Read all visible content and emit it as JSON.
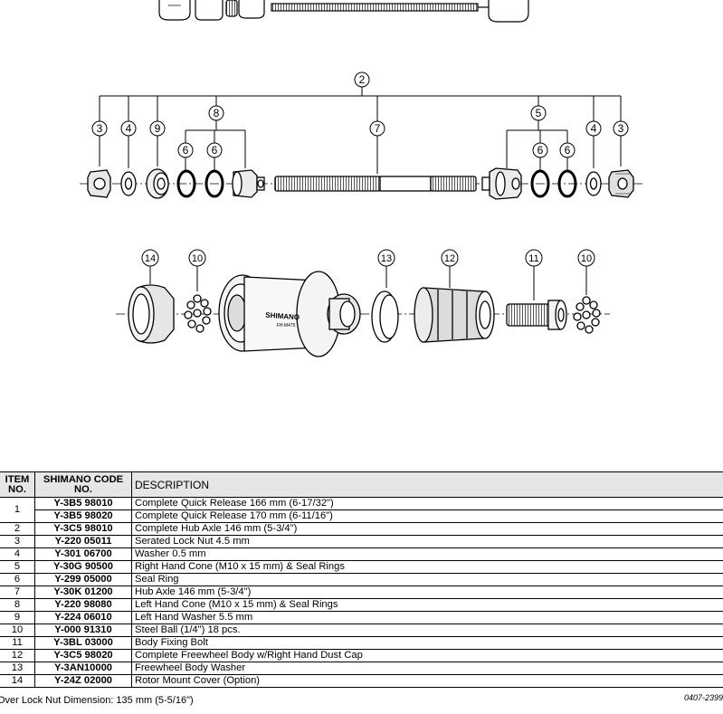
{
  "diagram": {
    "callouts": [
      {
        "id": "c2",
        "label": "2"
      },
      {
        "id": "c3a",
        "label": "3"
      },
      {
        "id": "c4a",
        "label": "4"
      },
      {
        "id": "c9",
        "label": "9"
      },
      {
        "id": "c8",
        "label": "8"
      },
      {
        "id": "c6a",
        "label": "6"
      },
      {
        "id": "c6b",
        "label": "6"
      },
      {
        "id": "c7",
        "label": "7"
      },
      {
        "id": "c5",
        "label": "5"
      },
      {
        "id": "c6c",
        "label": "6"
      },
      {
        "id": "c6d",
        "label": "6"
      },
      {
        "id": "c4b",
        "label": "4"
      },
      {
        "id": "c3b",
        "label": "3"
      },
      {
        "id": "c14",
        "label": "14"
      },
      {
        "id": "c10a",
        "label": "10"
      },
      {
        "id": "c13",
        "label": "13"
      },
      {
        "id": "c12",
        "label": "12"
      },
      {
        "id": "c11",
        "label": "11"
      },
      {
        "id": "c10b",
        "label": "10"
      }
    ],
    "hub_brand": "SHIMANO",
    "hub_model": "FH-M475"
  },
  "table": {
    "headers": {
      "item": "ITEM NO.",
      "code": "SHIMANO CODE NO.",
      "desc": "DESCRIPTION"
    },
    "rows": [
      {
        "item": "1",
        "code": "Y-3B5 98010",
        "desc": "Complete Quick Release 166 mm (6-17/32\")"
      },
      {
        "item": "",
        "code": "Y-3B5 98020",
        "desc": "Complete Quick Release 170 mm (6-11/16\")"
      },
      {
        "item": "2",
        "code": "Y-3C5 98010",
        "desc": "Complete Hub Axle 146 mm (5-3/4\")"
      },
      {
        "item": "3",
        "code": "Y-220 05011",
        "desc": "Serated Lock Nut 4.5 mm"
      },
      {
        "item": "4",
        "code": "Y-301 06700",
        "desc": "Washer 0.5 mm"
      },
      {
        "item": "5",
        "code": "Y-30G 90500",
        "desc": "Right Hand Cone (M10 x 15 mm) & Seal Rings"
      },
      {
        "item": "6",
        "code": "Y-299 05000",
        "desc": "Seal Ring"
      },
      {
        "item": "7",
        "code": "Y-30K 01200",
        "desc": "Hub Axle 146 mm (5-3/4\")"
      },
      {
        "item": "8",
        "code": "Y-220 98080",
        "desc": "Left Hand Cone (M10 x 15 mm) & Seal Rings"
      },
      {
        "item": "9",
        "code": "Y-224 06010",
        "desc": "Left Hand Washer 5.5 mm"
      },
      {
        "item": "10",
        "code": "Y-000 91310",
        "desc": "Steel Ball (1/4\") 18 pcs."
      },
      {
        "item": "11",
        "code": "Y-3BL 03000",
        "desc": "Body Fixing Bolt"
      },
      {
        "item": "12",
        "code": "Y-3C5 98020",
        "desc": "Complete Freewheel Body w/Right Hand Dust Cap"
      },
      {
        "item": "13",
        "code": "Y-3AN10000",
        "desc": "Freewheel Body Washer"
      },
      {
        "item": "14",
        "code": "Y-24Z 02000",
        "desc": "Rotor Mount Cover (Option)"
      }
    ]
  },
  "footer": {
    "dimension": "Over Lock Nut Dimension: 135 mm (5-5/16\")",
    "doc_code": "0407-2399"
  }
}
